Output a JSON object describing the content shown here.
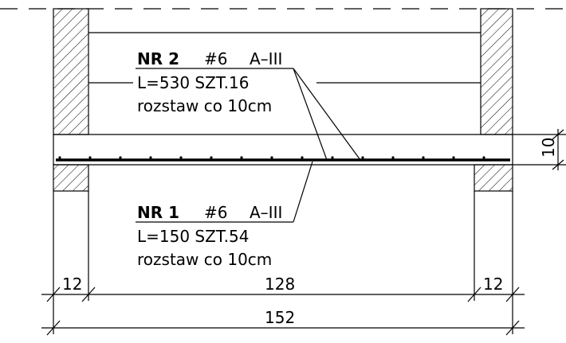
{
  "colors": {
    "line": "#000000",
    "background": "#ffffff"
  },
  "bar2": {
    "id": "NR 2",
    "spec": "#6",
    "grade": "A–III",
    "length_qty": "L=530  SZT.16",
    "spacing": "rozstaw  co 10cm"
  },
  "bar1": {
    "id": "NR 1",
    "spec": "#6",
    "grade": "A–III",
    "length_qty": "L=150  SZT.54",
    "spacing": "rozstaw  co 10cm"
  },
  "dimensions": {
    "left_support": "12",
    "clear_span": "128",
    "right_support": "12",
    "total": "152",
    "slab_thickness": "10"
  }
}
